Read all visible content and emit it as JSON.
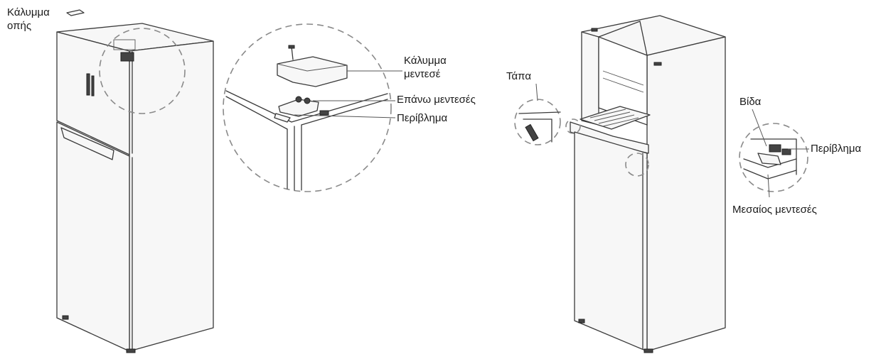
{
  "labels": {
    "hole_cover": "Κάλυμμα\nοπής",
    "hinge_cover": "Κάλυμμα\nμεντεσέ",
    "top_hinge": "Επάνω μεντεσές",
    "housing_left": "Περίβλημα",
    "plug": "Τάπα",
    "screw": "Βίδα",
    "housing_right": "Περίβλημα",
    "middle_hinge": "Μεσαίος μεντεσές"
  },
  "colors": {
    "line": "#3a3a3a",
    "dash": "#8a8a8a",
    "text": "#1a1a1a"
  }
}
